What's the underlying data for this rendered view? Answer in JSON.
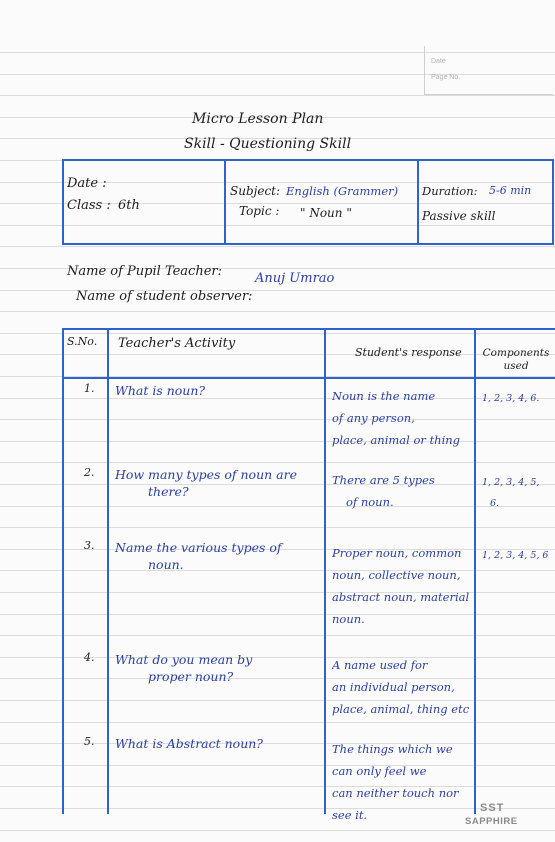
{
  "stamp": {
    "date_label": "Date",
    "page_label": "Page No."
  },
  "header": {
    "title": "Micro Lesson Plan",
    "subtitle": "Skill - Questioning Skill"
  },
  "info": {
    "date_label": "Date :",
    "class_label": "Class :",
    "class_value": "6th",
    "subject_label": "Subject:",
    "subject_value": "English (Grammer)",
    "topic_label": "Topic :",
    "topic_value": "\" Noun \"",
    "duration_label": "Duration:",
    "duration_value": "5-6 min",
    "skill_value": "Passive skill"
  },
  "names": {
    "pupil_label": "Name of Pupil Teacher:",
    "pupil_value": "Anuj Umrao",
    "observer_label": "Name of student observer:"
  },
  "table": {
    "headers": [
      "S.No.",
      "Teacher's Activity",
      "Student's response",
      "Components used"
    ],
    "rows": [
      {
        "sno": "1.",
        "activity": [
          "What is noun?"
        ],
        "response": [
          "Noun is the name",
          "of any person,",
          "place, animal or thing"
        ],
        "components": [
          "1, 2, 3, 4, 6."
        ]
      },
      {
        "sno": "2.",
        "activity": [
          "How many types of noun are",
          "there?"
        ],
        "response": [
          "There are 5 types",
          "of noun."
        ],
        "components": [
          "1, 2, 3, 4, 5,",
          "6."
        ]
      },
      {
        "sno": "3.",
        "activity": [
          "Name the various types of",
          "noun."
        ],
        "response": [
          "Proper noun, common",
          "noun, collective noun,",
          "abstract noun, material",
          "noun."
        ],
        "components": [
          "1, 2, 3, 4, 5, 6"
        ]
      },
      {
        "sno": "4.",
        "activity": [
          "What do you mean by",
          "proper noun?"
        ],
        "response": [
          "A name used for",
          "an individual person,",
          "place, animal, thing etc"
        ],
        "components": []
      },
      {
        "sno": "5.",
        "activity": [
          "What is Abstract noun?"
        ],
        "response": [
          "The things which we",
          "can only feel we",
          "can neither touch nor",
          "see it."
        ],
        "components": []
      }
    ]
  },
  "brand": {
    "top": "SST",
    "bottom": "SAPPHIRE"
  }
}
